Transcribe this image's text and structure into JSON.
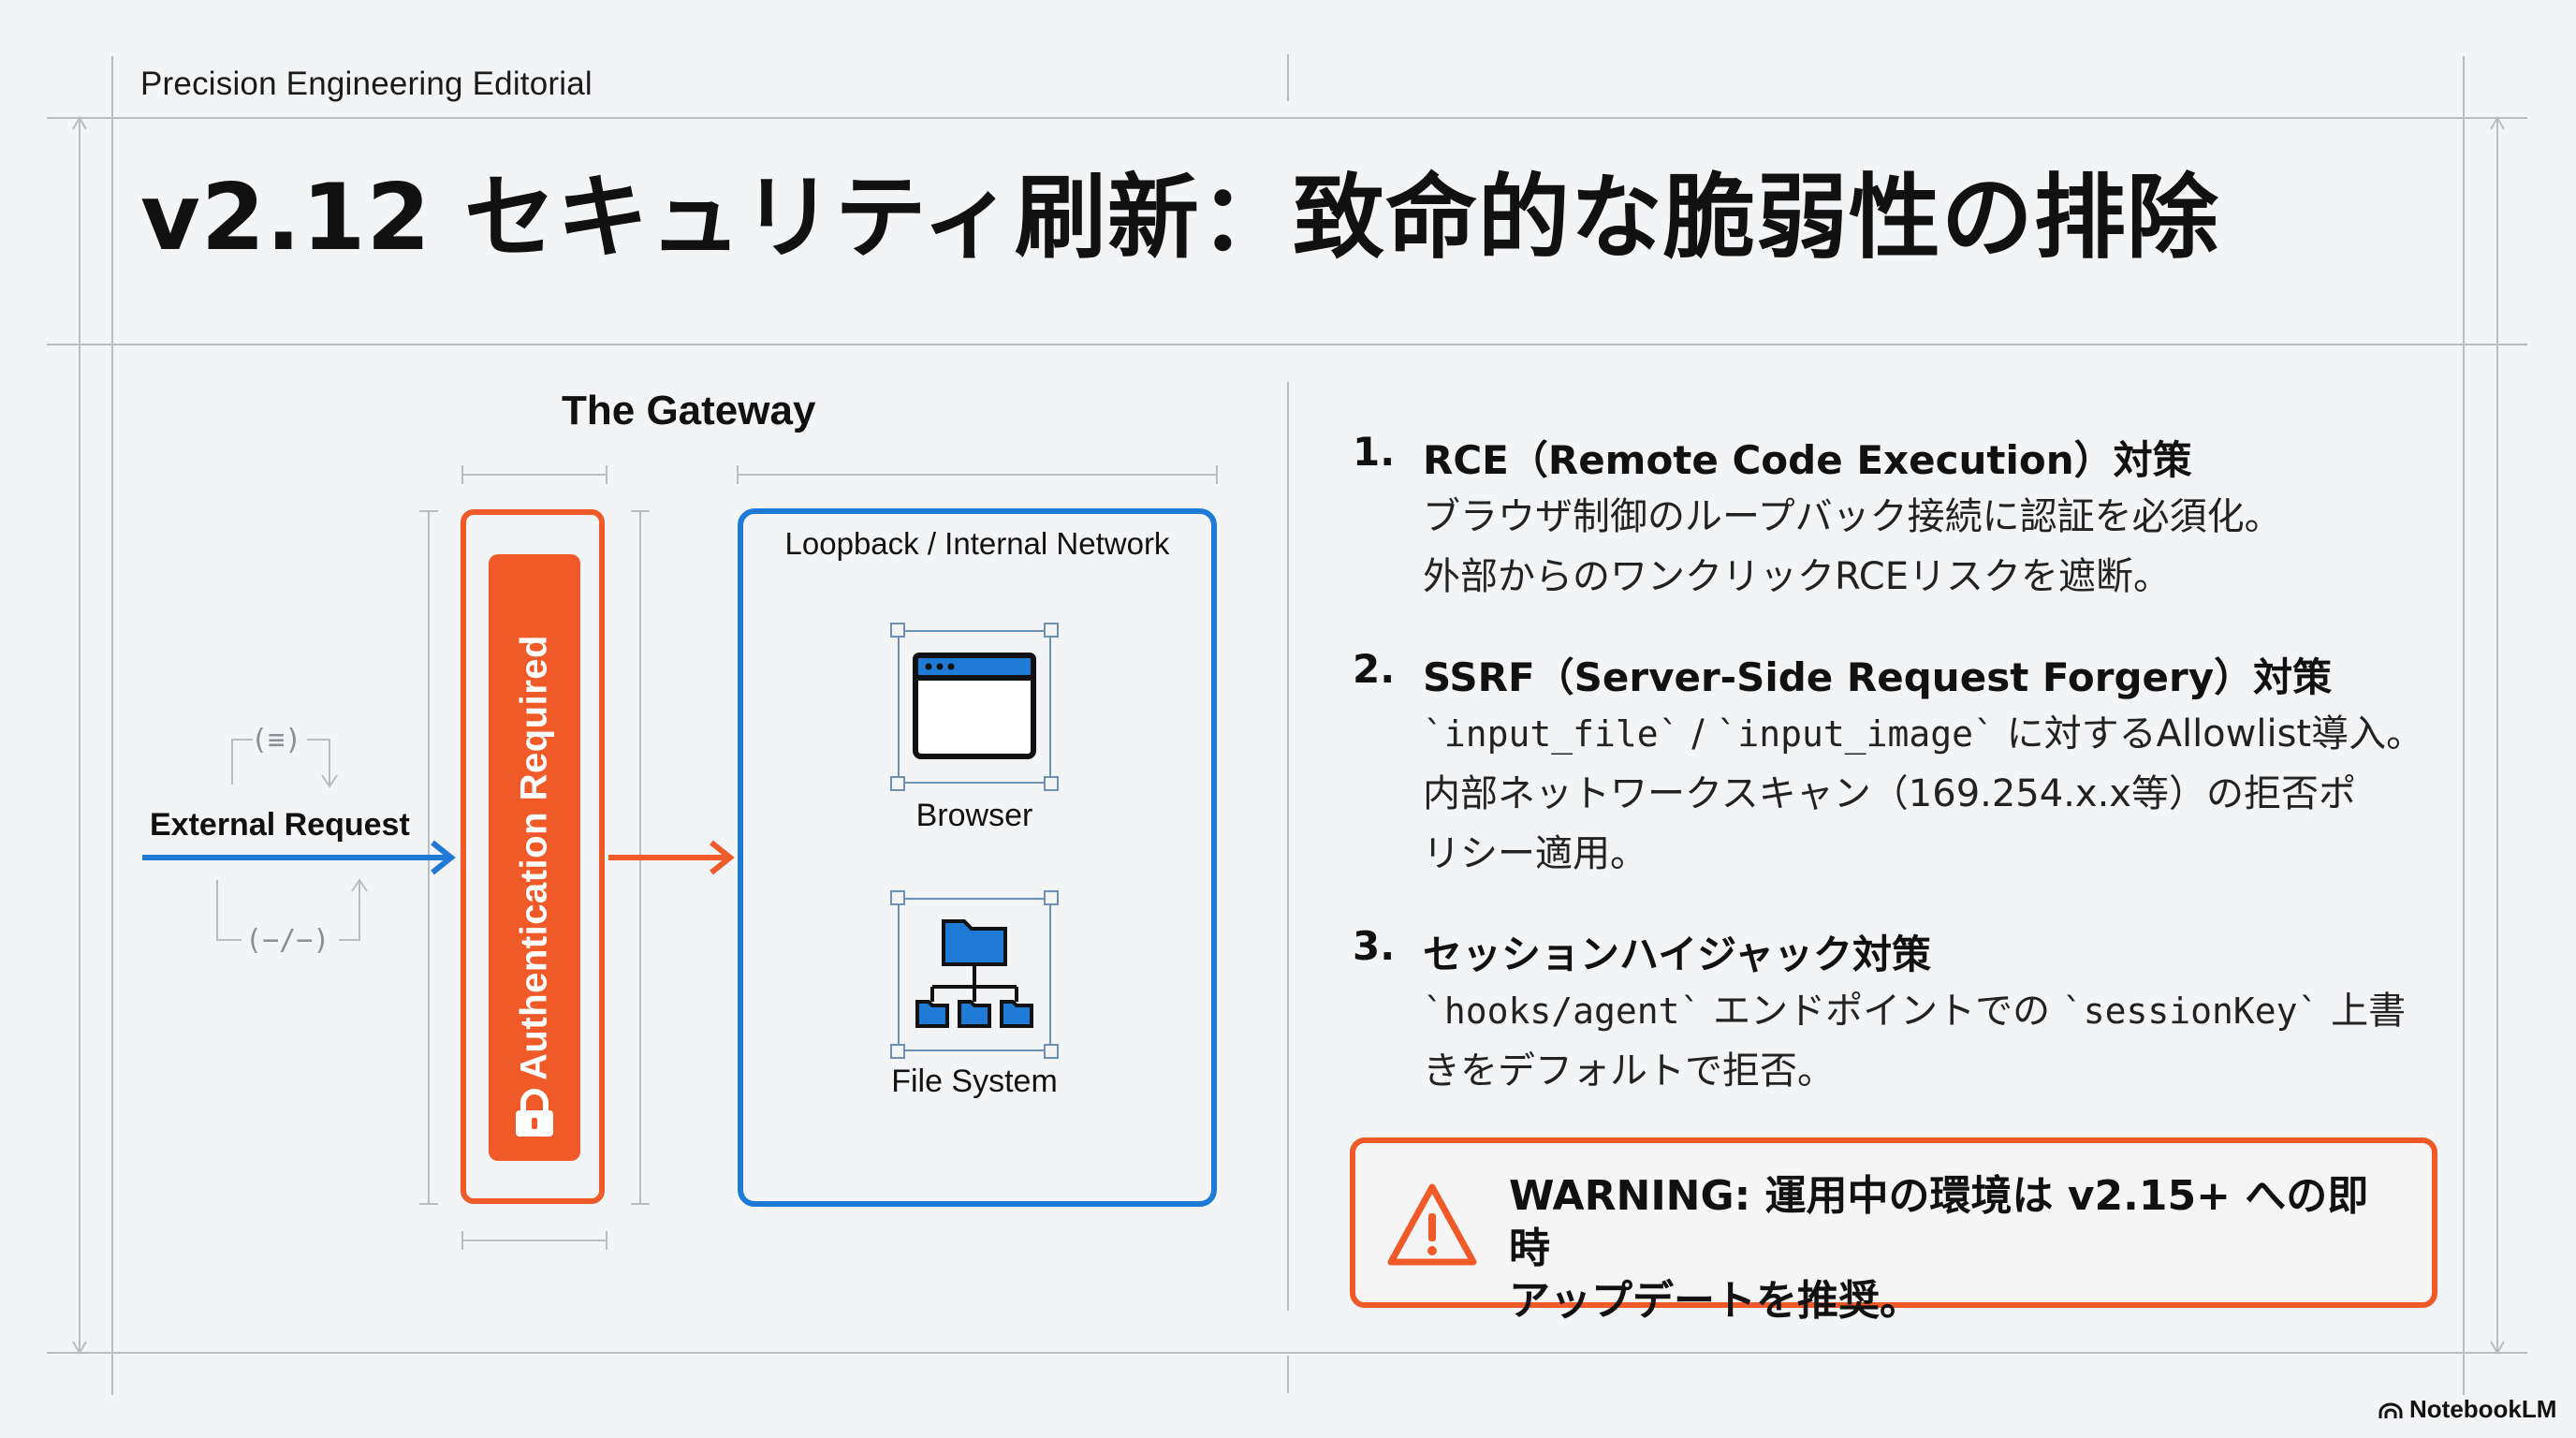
{
  "header": {
    "brand": "Precision Engineering Editorial",
    "title": "v2.12 セキュリティ刷新：致命的な脆弱性の排除"
  },
  "diagram": {
    "gateway_title": "The Gateway",
    "external_request_label": "External Request",
    "auth_label": "Authentication Required",
    "network_label": "Loopback / Internal Network",
    "browser_label": "Browser",
    "filesystem_label": "File System",
    "colors": {
      "accent_orange": "#f05a28",
      "accent_blue": "#1f7ad6",
      "guide": "#b9bcc2"
    },
    "icons": [
      "lock-icon",
      "browser-window-icon",
      "file-system-tree-icon",
      "arrow-right-icon"
    ]
  },
  "items": [
    {
      "num": "1.",
      "heading": "RCE（Remote Code Execution）対策",
      "lines": [
        "ブラウザ制御のループバック接続に認証を必須化。",
        "外部からのワンクリックRCEリスクを遮断。"
      ]
    },
    {
      "num": "2.",
      "heading": "SSRF（Server-Side Request Forgery）対策",
      "code1": "`input_file`",
      "sep": " / ",
      "code2": "`input_image`",
      "line1_rest": " に対するAllowlist導入。",
      "lines": [
        "内部ネットワークスキャン（169.254.x.x等）の拒否ポ",
        "リシー適用。"
      ]
    },
    {
      "num": "3.",
      "heading": "セッションハイジャック対策",
      "code1": "`hooks/agent`",
      "mid": " エンドポイントでの ",
      "code2": "`sessionKey`",
      "line1_rest": " 上書",
      "lines": [
        "きをデフォルトで拒否。"
      ]
    }
  ],
  "warning": {
    "line1": "WARNING: 運用中の環境は v2.15+ への即時",
    "line2": "アップデートを推奨。",
    "icon": "warning-triangle-icon"
  },
  "footer": {
    "logo_text": "NotebookLM"
  }
}
